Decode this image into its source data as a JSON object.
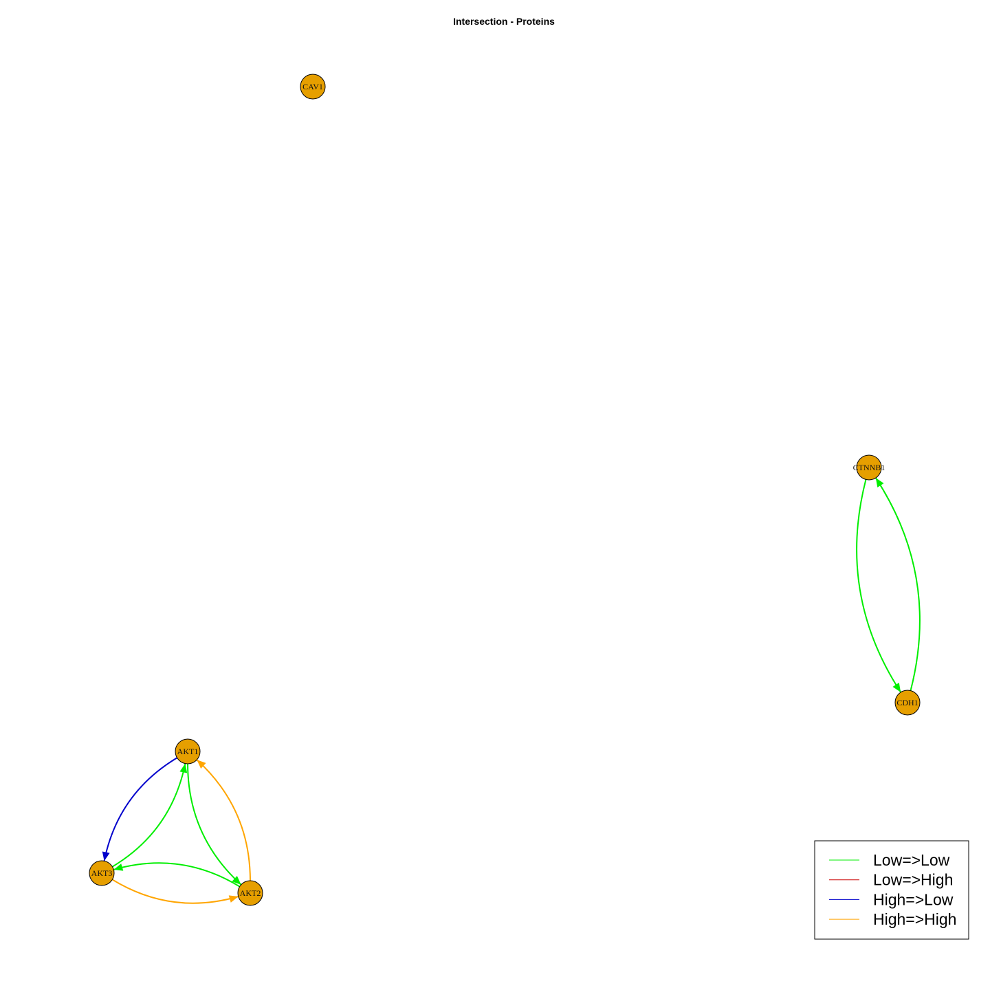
{
  "title": "Intersection - Proteins",
  "colors": {
    "low_low": "#00ee00",
    "low_high": "#cc0000",
    "high_low": "#0000cc",
    "high_high": "#ffa500",
    "node_fill": "#e69f00",
    "node_stroke": "#000000"
  },
  "nodes": [
    {
      "id": "CAV1",
      "label": "CAV1"
    },
    {
      "id": "CTNNB1",
      "label": "CTNNB1"
    },
    {
      "id": "CDH1",
      "label": "CDH1"
    },
    {
      "id": "AKT1",
      "label": "AKT1"
    },
    {
      "id": "AKT2",
      "label": "AKT2"
    },
    {
      "id": "AKT3",
      "label": "AKT3"
    }
  ],
  "edges": [
    {
      "from": "CTNNB1",
      "to": "CDH1",
      "type": "low_low"
    },
    {
      "from": "CDH1",
      "to": "CTNNB1",
      "type": "low_low"
    },
    {
      "from": "AKT3",
      "to": "AKT1",
      "type": "low_low"
    },
    {
      "from": "AKT1",
      "to": "AKT3",
      "type": "high_low"
    },
    {
      "from": "AKT1",
      "to": "AKT2",
      "type": "low_low"
    },
    {
      "from": "AKT2",
      "to": "AKT1",
      "type": "high_high"
    },
    {
      "from": "AKT3",
      "to": "AKT2",
      "type": "high_high"
    },
    {
      "from": "AKT2",
      "to": "AKT3",
      "type": "low_low"
    }
  ],
  "legend": {
    "items": [
      {
        "label": "Low=>Low",
        "type": "low_low"
      },
      {
        "label": "Low=>High",
        "type": "low_high"
      },
      {
        "label": "High=>Low",
        "type": "high_low"
      },
      {
        "label": "High=>High",
        "type": "high_high"
      }
    ]
  }
}
